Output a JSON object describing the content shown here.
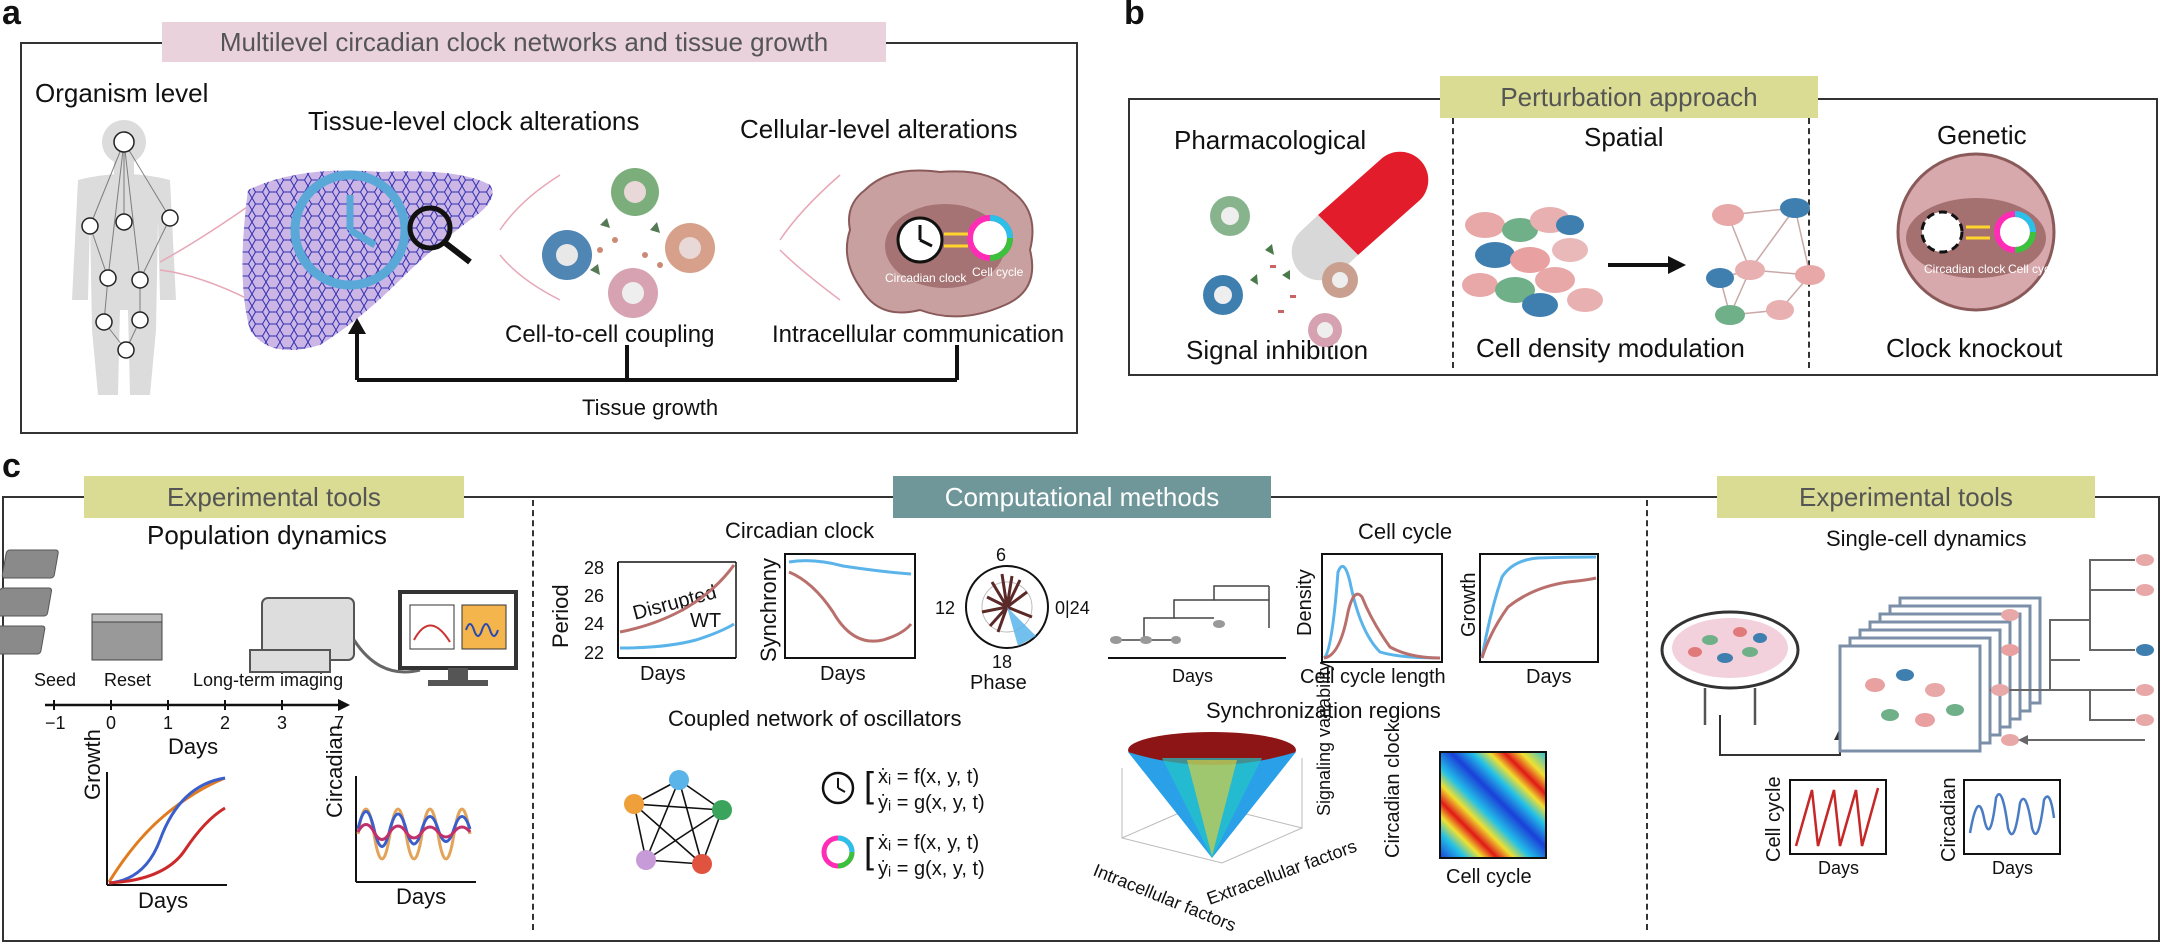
{
  "panels": {
    "a": "a",
    "b": "b",
    "c": "c"
  },
  "panel_a": {
    "title": "Multilevel circadian clock networks and tissue growth",
    "organism_level": "Organism level",
    "tissue_level": "Tissue-level clock alterations",
    "cellular_level": "Cellular-level alterations",
    "cell_to_cell": "Cell-to-cell coupling",
    "intracellular": "Intracellular communication",
    "tissue_growth": "Tissue growth",
    "circadian_clock_label": "Circadian clock",
    "cell_cycle_label": "Cell cycle"
  },
  "panel_b": {
    "title": "Perturbation approach",
    "pharmacological": "Pharmacological",
    "spatial": "Spatial",
    "genetic": "Genetic",
    "signal_inhibition": "Signal inhibition",
    "cell_density": "Cell density modulation",
    "clock_knockout": "Clock knockout",
    "circadian_clock_label": "Circadian clock",
    "cell_cycle_label": "Cell cycle"
  },
  "panel_c": {
    "left": {
      "title": "Experimental tools",
      "subtitle": "Population dynamics",
      "seed": "Seed",
      "reset": "Reset",
      "imaging": "Long-term imaging",
      "ticks": [
        "−1",
        "0",
        "1",
        "2",
        "3",
        "7"
      ],
      "days": "Days",
      "growth_ylabel": "Growth",
      "growth_xlabel": "Days",
      "circadian_ylabel": "Circadian",
      "circadian_xlabel": "Days"
    },
    "middle": {
      "title": "Computational methods",
      "circadian_clock": "Circadian clock",
      "period_ylabel": "Period",
      "period_ticks": [
        "28",
        "26",
        "24",
        "22"
      ],
      "disrupted": "Disrupted",
      "wt": "WT",
      "days": "Days",
      "synchrony_ylabel": "Synchrony",
      "phase_top": "6",
      "phase_left": "12",
      "phase_right": "0|24",
      "phase_bottom": "18",
      "phase_label": "Phase",
      "cell_cycle": "Cell cycle",
      "density_ylabel": "Density",
      "cell_cycle_length": "Cell cycle length",
      "growth_ylabel": "Growth",
      "coupled_network": "Coupled network of oscillators",
      "eq_x": "ẋᵢ = f(x, y, t)",
      "eq_y": "ẏᵢ = g(x, y, t)",
      "sync_regions": "Synchronization regions",
      "signaling_variability": "Signaling variability",
      "intracellular_factors": "Intracellular factors",
      "extracellular_factors": "Extracellular factors",
      "circadian_clock_axis": "Circadian clock",
      "cell_cycle_axis": "Cell cycle"
    },
    "right": {
      "title": "Experimental tools",
      "subtitle": "Single-cell dynamics",
      "cell_cycle_ylabel": "Cell cycle",
      "circadian_ylabel": "Circadian",
      "days": "Days"
    }
  },
  "colors": {
    "pink_tag": "#ead2dd",
    "olive_tag": "#d9dc92",
    "teal_tag": "#6f9799",
    "wt_blue": "#5ab4ea",
    "disrupted_red": "#b9706c",
    "growth_orange": "#e07b1f",
    "growth_blue": "#3a5fcd",
    "growth_red": "#cc2a2a"
  }
}
